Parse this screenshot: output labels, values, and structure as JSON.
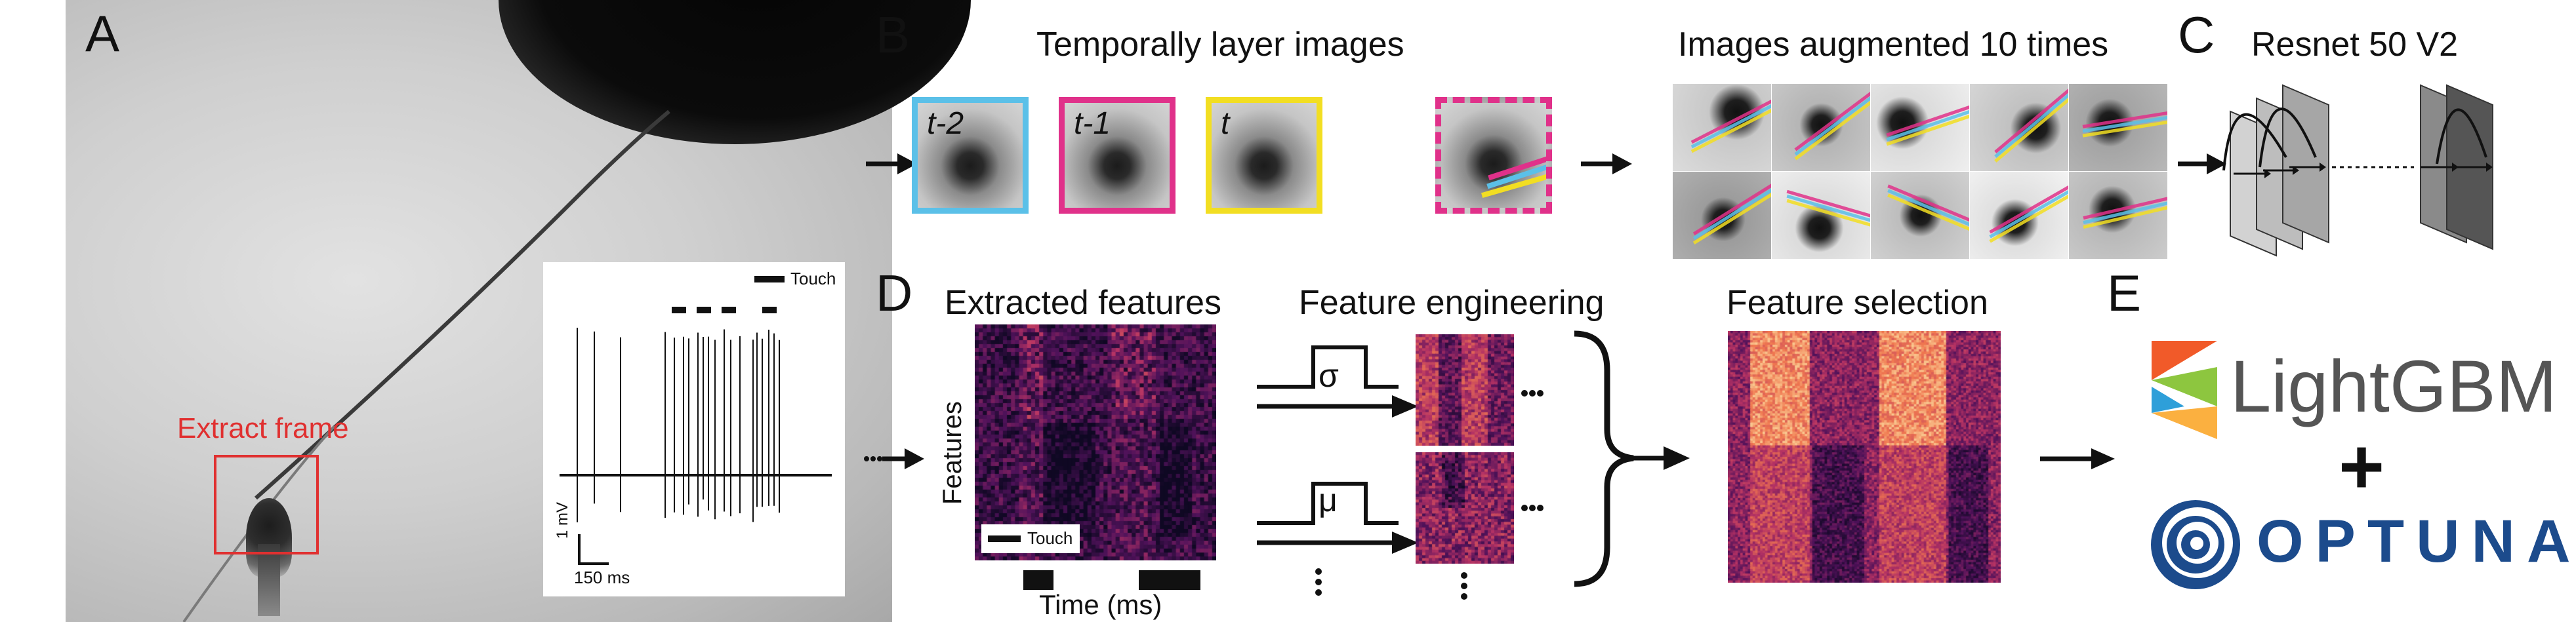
{
  "panels": {
    "a": "A",
    "b": "B",
    "c": "C",
    "d": "D",
    "e": "E"
  },
  "panel_a": {
    "extract_frame_label": "Extract frame",
    "inset_legend": "Touch",
    "scale_y": "1 mV",
    "scale_x": "150 ms",
    "colors": {
      "extract_box": "#e03030"
    }
  },
  "panel_b": {
    "title": "Temporally layer images",
    "frame_labels": [
      "t-2",
      "t-1",
      "t"
    ],
    "frame_colors": [
      "#5bc0e8",
      "#e0318a",
      "#f2de22"
    ],
    "augment_title": "Images augmented 10 times"
  },
  "panel_c": {
    "title": "Resnet 50 V2"
  },
  "panel_d": {
    "extracted_title": "Extracted features",
    "ylabel": "Features",
    "legend": "Touch",
    "xlabel": "Time (ms)",
    "engineering_title": "Feature engineering",
    "op_std": "σ",
    "op_mean": "μ",
    "selection_title": "Feature selection"
  },
  "panel_e": {
    "lightgbm": "LightGBM",
    "plus": "+",
    "optuna": "OPTUNA",
    "colors": {
      "lightgbm_text": "#555555",
      "optuna": "#1c4b8c"
    }
  }
}
